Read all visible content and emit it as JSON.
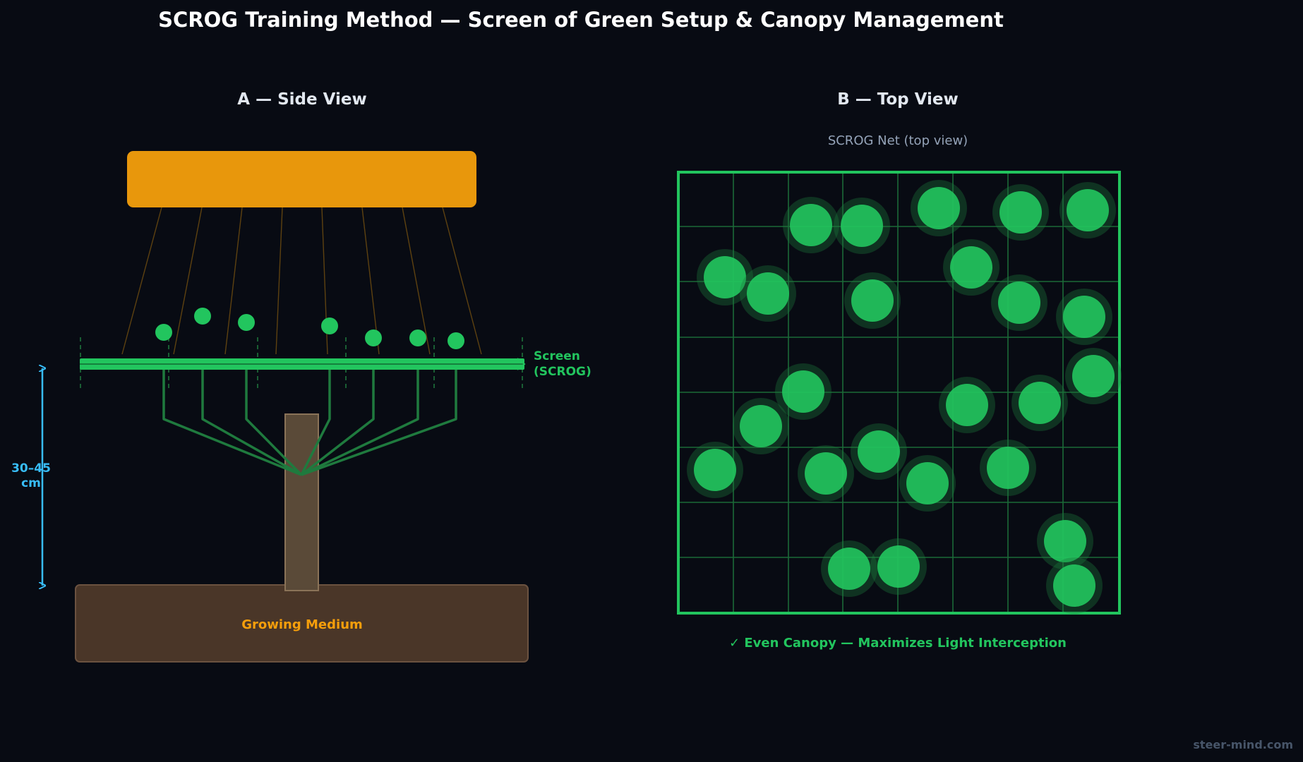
{
  "title": "SCROG Training Method — Screen of Green Setup & Canopy Management",
  "side_view": {
    "heading": "A — Side View",
    "screen_label_line1": "Screen",
    "screen_label_line2": "(SCROG)",
    "height_label_line1": "30–45",
    "height_label_line2": "cm",
    "medium_label": "Growing Medium",
    "bud_count": 7
  },
  "top_view": {
    "heading": "B — Top View",
    "net_label": "SCROG Net (top view)",
    "grid_cells": "8 × 8",
    "caption": "✓ Even Canopy — Maximizes Light Interception",
    "bud_count": 25
  },
  "watermark": "steer-mind.com",
  "colors": {
    "background": "#080b13",
    "title": "#ffffff",
    "heading": "#e2e8f0",
    "light": "#e8970c",
    "screen": "#22c55e",
    "stem": "#1f7a3e",
    "measure": "#38bdf8",
    "medium": "#4a3628",
    "medium_label": "#f59e0b",
    "muted": "#94a3b8",
    "watermark": "#475569"
  }
}
